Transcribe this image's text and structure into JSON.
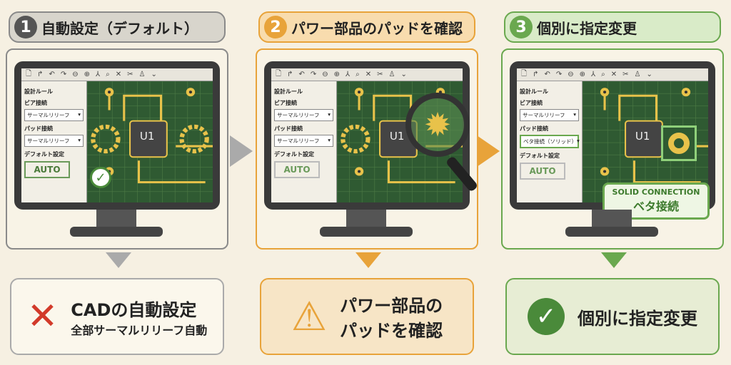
{
  "colors": {
    "gray": "#8a8a8a",
    "orange": "#e8a33a",
    "green": "#6aa84f"
  },
  "toolbar_icons": [
    "new-file-icon",
    "export-icon",
    "undo-icon",
    "redo-icon",
    "zoom-out-icon",
    "zoom-in-icon",
    "route-icon",
    "inspect-icon",
    "cross-icon",
    "cut-icon",
    "user-icon",
    "dropdown-icon"
  ],
  "panels": [
    {
      "step": "1",
      "title": "自動設定（デフォルト）",
      "color": "#8a8a8a",
      "bg": "#d8d5cc",
      "sidebar": {
        "title": "設計ルール",
        "via_label": "ビア接続",
        "via_value": "サーマルリリーフ",
        "pad_label": "パッド接続",
        "pad_value": "サーマルリリーフ",
        "default_label": "デフォルト設定",
        "auto": "AUTO"
      },
      "chip": "U1",
      "result": {
        "line1": "CADの自動設定",
        "line2": "全部サーマルリリーフ自動",
        "icon": "cross-icon"
      }
    },
    {
      "step": "2",
      "title": "パワー部品のパッドを確認",
      "color": "#e8a33a",
      "bg": "#f8dcae",
      "sidebar": {
        "title": "設計ルール",
        "via_label": "ビア接続",
        "via_value": "サーマルリリーフ",
        "pad_label": "パッド接続",
        "pad_value": "サーマルリリーフ",
        "default_label": "デフォルト設定",
        "auto": "AUTO"
      },
      "chip": "U1",
      "result": {
        "line1": "パワー部品の",
        "line2": "パッドを確認",
        "icon": "warning-icon"
      }
    },
    {
      "step": "3",
      "title": "個別に指定変更",
      "color": "#6aa84f",
      "bg": "#d9ebc8",
      "sidebar": {
        "title": "設計ルール",
        "via_label": "ビア接続",
        "via_value": "サーマルリリーフ",
        "pad_label": "パッド接続",
        "pad_value": "ベタ接続（ソリッド）",
        "default_label": "デフォルト設定",
        "auto": "AUTO"
      },
      "chip": "U1",
      "callout": {
        "en": "SOLID CONNECTION",
        "jp": "ベタ接続"
      },
      "result": {
        "line1": "個別に指定変更",
        "line2": "",
        "icon": "check-icon"
      }
    }
  ]
}
